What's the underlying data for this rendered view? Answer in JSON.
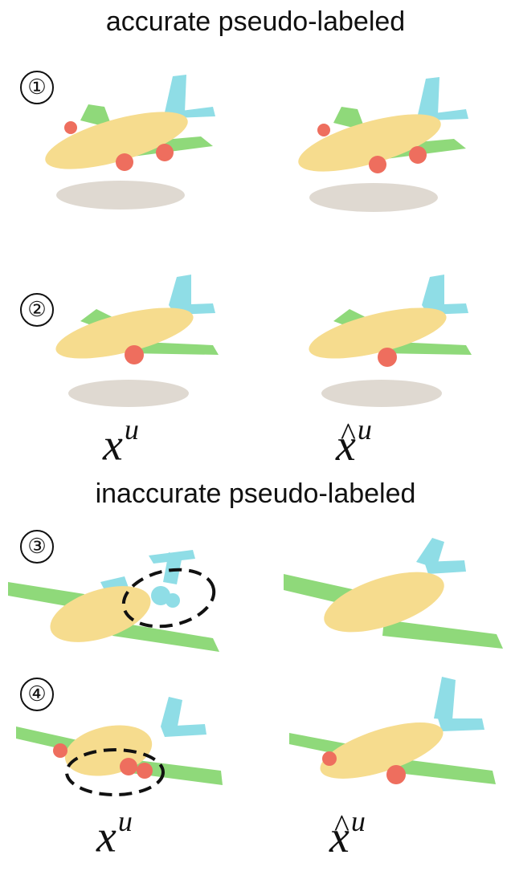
{
  "headings": {
    "accurate": "accurate pseudo-labeled",
    "inaccurate": "inaccurate pseudo-labeled"
  },
  "markers": [
    "①",
    "②",
    "③",
    "④"
  ],
  "labels": {
    "original_base": "x",
    "augmented_base": "x",
    "augmented_hat": "^",
    "superscript": "u"
  },
  "part_colors": {
    "fuselage": "#f6dc8e",
    "wing": "#8fd97a",
    "tail": "#8fdde6",
    "engine": "#ee6e5e",
    "shadow": "#b7ab9a",
    "highlight": "#111111"
  }
}
